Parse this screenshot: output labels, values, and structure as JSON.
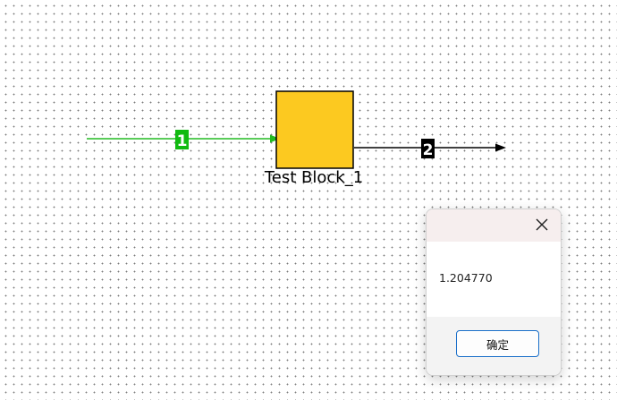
{
  "diagram": {
    "block": {
      "label": "Test Block_1",
      "fill_color": "#fcc920",
      "border_color": "#000000"
    },
    "input_wire": {
      "color": "#22bb22",
      "badge_label": "1",
      "badge_color": "#11bb11"
    },
    "output_wire": {
      "color": "#000000",
      "badge_label": "2",
      "badge_color": "#000000"
    },
    "background": {
      "grid": "dotted",
      "color": "#ffffff"
    }
  },
  "dialog": {
    "message": "1.204770",
    "ok_label": "确定",
    "close_icon": "close-icon"
  }
}
